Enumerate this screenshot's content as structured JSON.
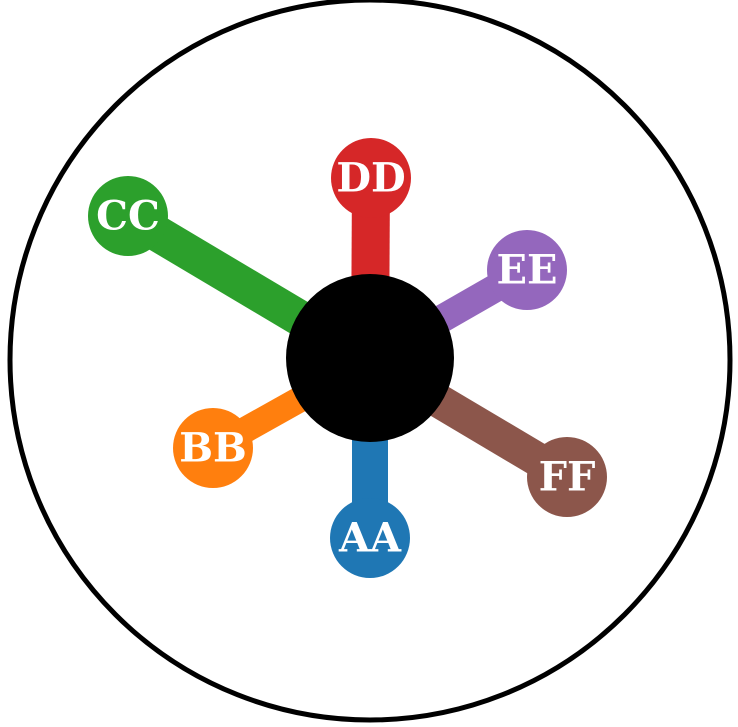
{
  "diagram": {
    "hub": {
      "color": "#000000"
    },
    "boundary": {
      "stroke": "#000000"
    },
    "nodes": [
      {
        "id": "aa",
        "label": "AA",
        "color": "#1f77b4"
      },
      {
        "id": "bb",
        "label": "BB",
        "color": "#ff7f0e"
      },
      {
        "id": "cc",
        "label": "CC",
        "color": "#2ca02c"
      },
      {
        "id": "dd",
        "label": "DD",
        "color": "#d62728"
      },
      {
        "id": "ee",
        "label": "EE",
        "color": "#9467bd"
      },
      {
        "id": "ff",
        "label": "FF",
        "color": "#8c564b"
      }
    ]
  }
}
